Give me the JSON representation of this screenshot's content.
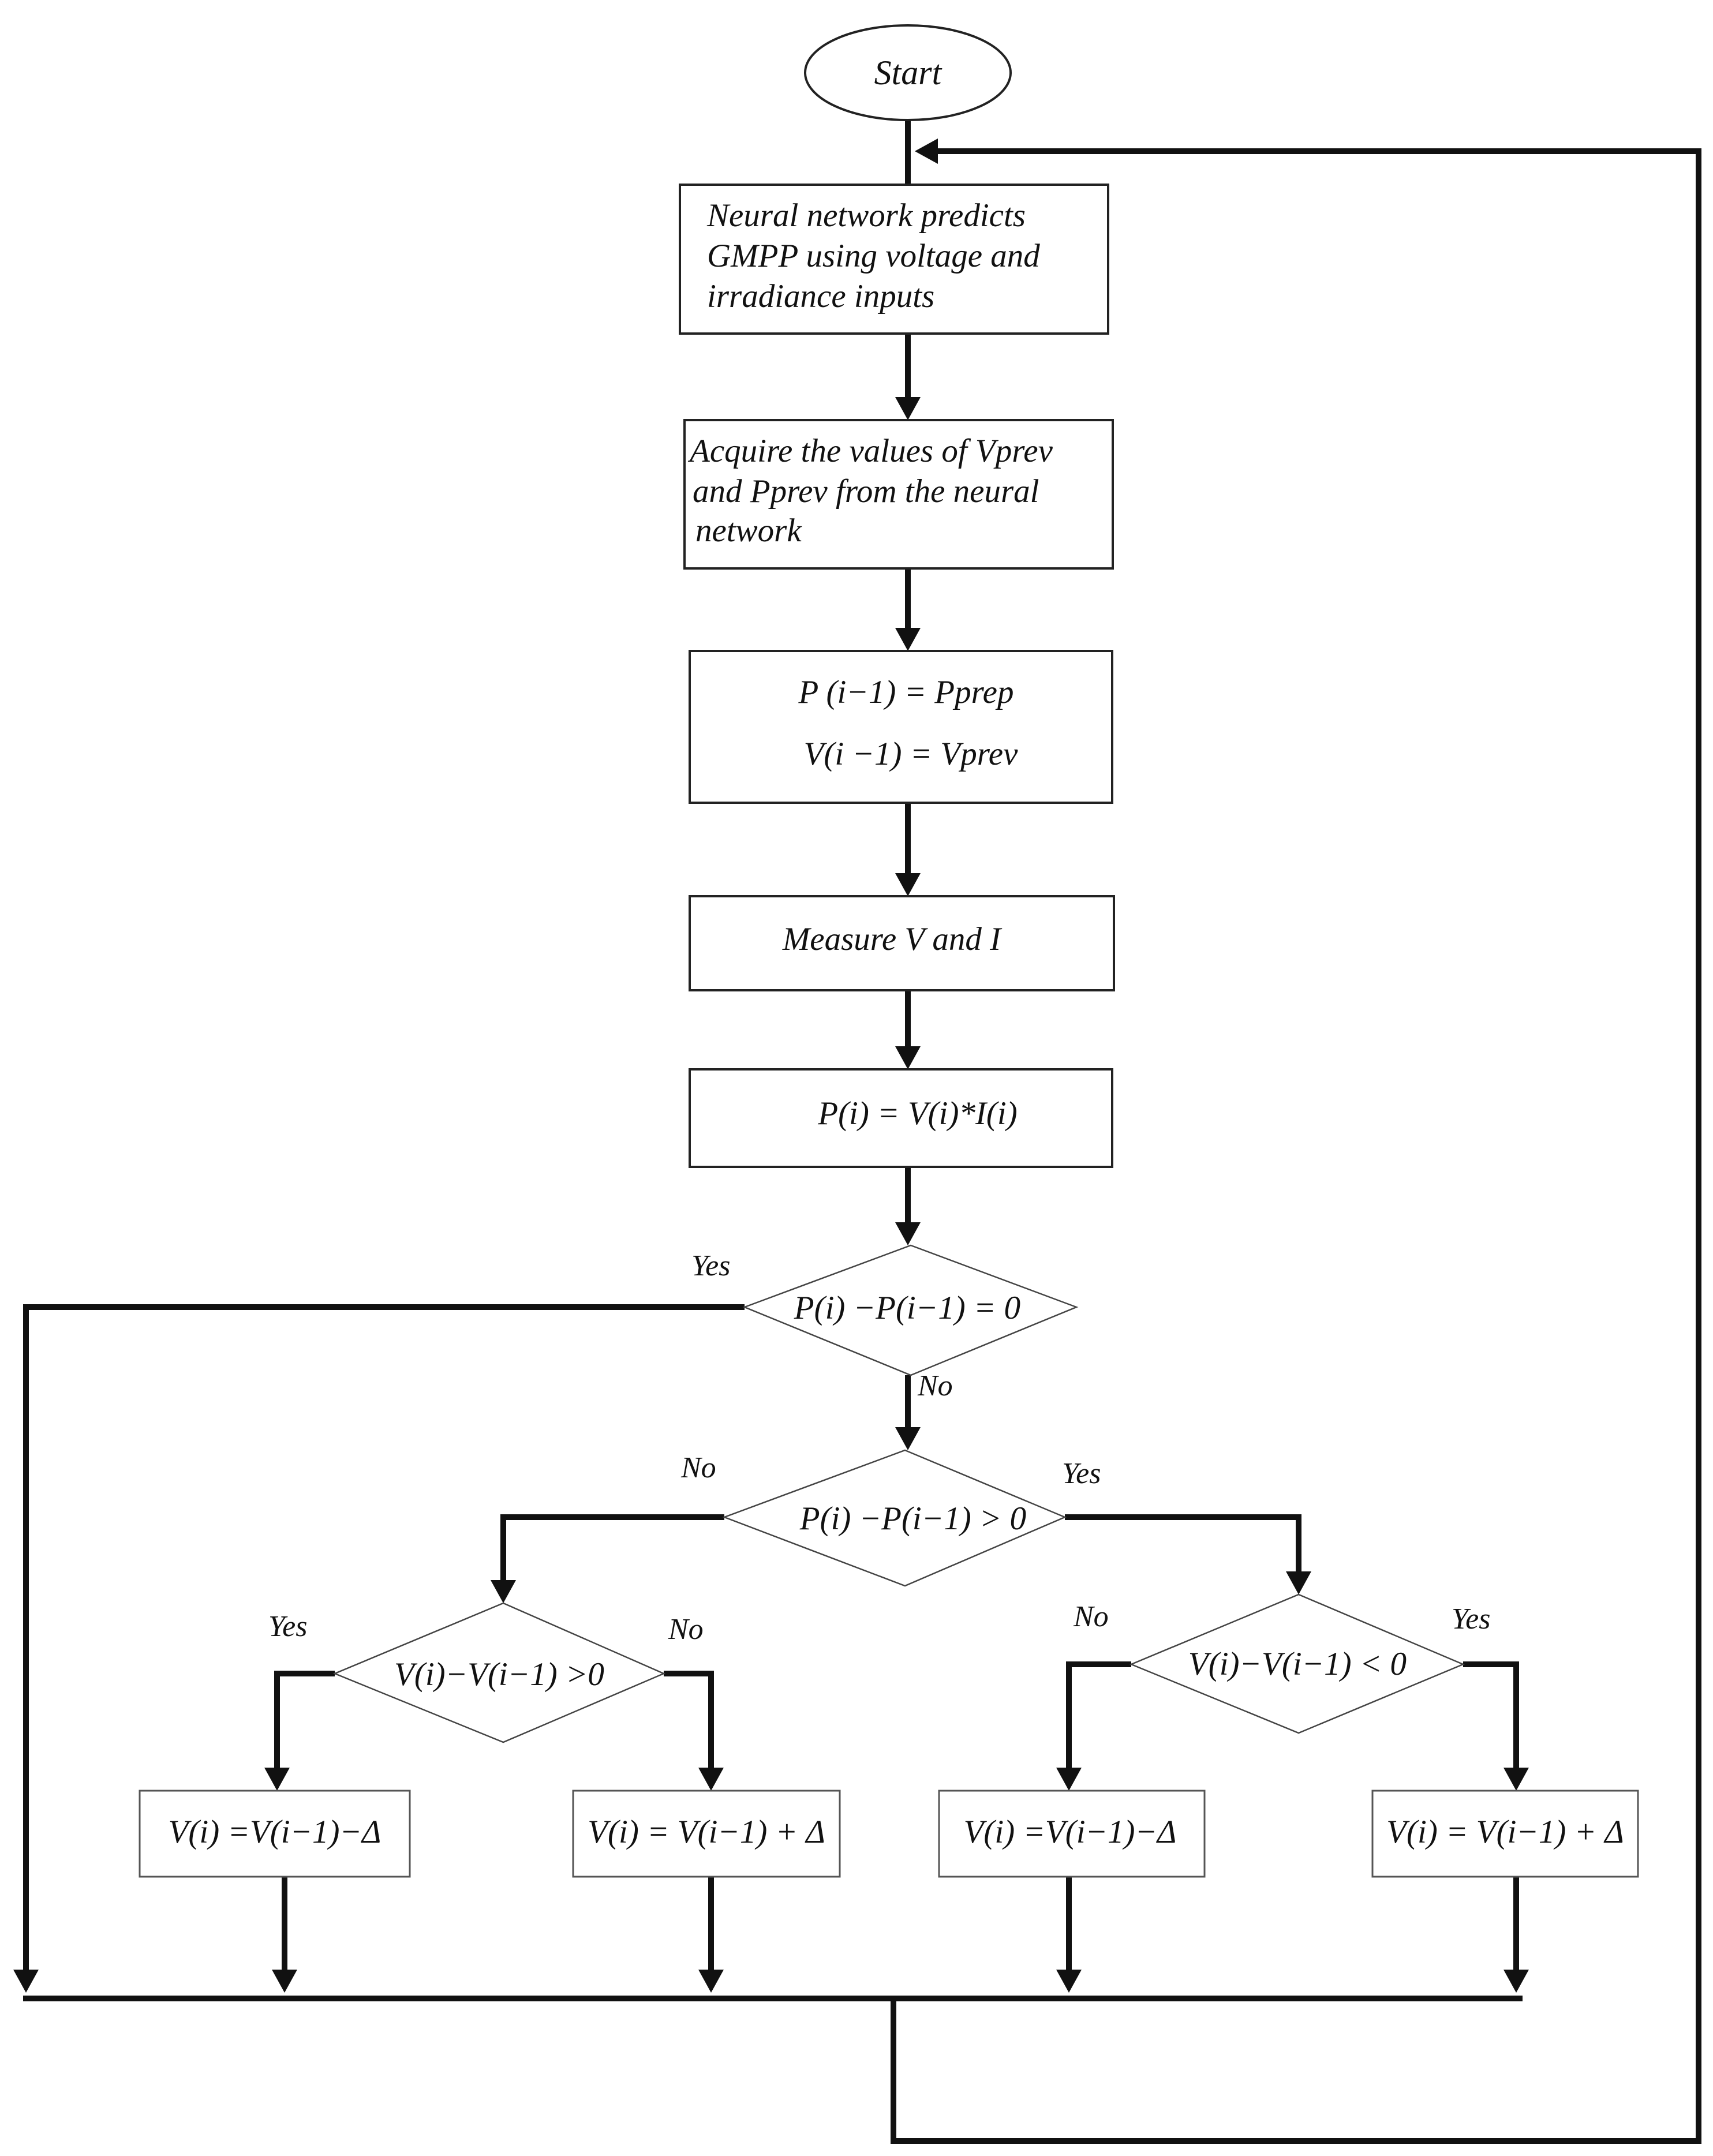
{
  "start": {
    "label": "Start"
  },
  "process": {
    "predict": [
      "Neural network predicts",
      "GMPP using voltage and",
      "irradiance inputs"
    ],
    "acquire": [
      "Acquire the values of Vprev",
      "and Pprev from the neural",
      "network"
    ],
    "init": [
      "P (i−1) = Pprep",
      "V(i −1) = Vprev"
    ],
    "measure": "Measure V and I",
    "power": "P(i) = V(i)*I(i)"
  },
  "decisions": {
    "d1": "P(i) −P(i−1) = 0",
    "d2": "P(i) −P(i−1) > 0",
    "d3": "V(i)−V(i−1) >0",
    "d4": "V(i)−V(i−1) < 0"
  },
  "updates": {
    "u1": "V(i) =V(i−1)−Δ",
    "u2": "V(i) = V(i−1) + Δ",
    "u3": "V(i) =V(i−1)−Δ",
    "u4": "V(i) = V(i−1) + Δ"
  },
  "branch_labels": {
    "d1_yes": "Yes",
    "d1_no": "No",
    "d2_no": "No",
    "d2_yes": "Yes",
    "d3_yes": "Yes",
    "d3_no": "No",
    "d4_no": "No",
    "d4_yes": "Yes"
  }
}
